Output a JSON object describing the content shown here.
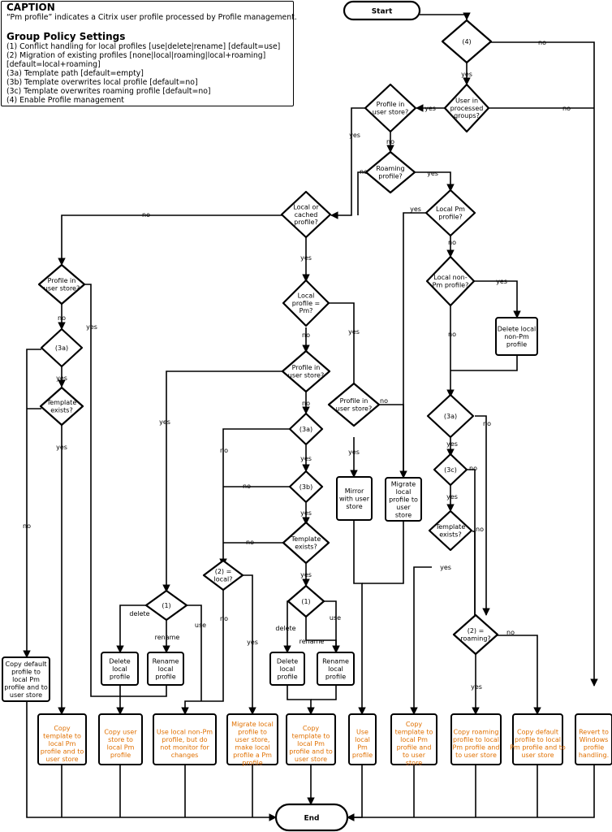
{
  "caption": {
    "title": "CAPTION",
    "note": "“Pm profile” indicates a Citrix user profile processed by Profile management.",
    "settings_title": "Group Policy Settings",
    "settings": [
      "(1) Conflict handling for local profiles [use|delete|rename] [default=use]",
      "(2) Migration of existing profiles [none|local|roaming|local+roaming]",
      "[default=local+roaming]",
      "(3a) Template path [default=empty]",
      "(3b) Template overwrites local profile [default=no]",
      "(3c) Template overwrites roaming profile [default=no]",
      "(4) Enable Profile management"
    ]
  },
  "colors": {
    "line": "#000000",
    "outcome_text": "#e07000",
    "node_text": "#000000"
  },
  "terminals": {
    "start": "Start",
    "end": "End"
  },
  "decisions": {
    "d4": [
      "(4)"
    ],
    "d_processed": [
      "User in",
      "processed",
      "groups?"
    ],
    "d_profile_store_top": [
      "Profile in",
      "user store?"
    ],
    "d_roaming": [
      "Roaming",
      "profile?"
    ],
    "d_local_cached": [
      "Local or",
      "cached",
      "profile?"
    ],
    "d_local_pm": [
      "Local Pm",
      "profile?"
    ],
    "d_local_nonpm": [
      "Local non-",
      "Pm profile?"
    ],
    "d_profile_store_left": [
      "Profile in",
      "user store?"
    ],
    "d_3a_left": [
      "(3a)"
    ],
    "d_template_left": [
      "Template",
      "exists?"
    ],
    "d_local_is_pm": [
      "Local",
      "profile =",
      "Pm?"
    ],
    "d_profile_store_mid": [
      "Profile in",
      "user store?"
    ],
    "d_3a_mid": [
      "(3a)"
    ],
    "d_3b": [
      "(3b)"
    ],
    "d_template_mid": [
      "Template",
      "exists?"
    ],
    "d_2_local": [
      "(2) =",
      "local?"
    ],
    "d_1_left": [
      "(1)"
    ],
    "d_1_mid": [
      "(1)"
    ],
    "d_profile_store_right": [
      "Profile in",
      "user store?"
    ],
    "d_3a_right": [
      "(3a)"
    ],
    "d_3c": [
      "(3c)"
    ],
    "d_template_right": [
      "Template",
      "exists?"
    ],
    "d_2_roaming": [
      "(2) =",
      "roaming?"
    ]
  },
  "processes": {
    "p_delete_nonpm": [
      "Delete local",
      "non-Pm",
      "profile"
    ],
    "p_mirror": [
      "Mirror",
      "with user",
      "store"
    ],
    "p_migrate_store": [
      "Migrate",
      "local",
      "profile to",
      "user",
      "store"
    ],
    "p_delete_left": [
      "Delete",
      "local",
      "profile"
    ],
    "p_rename_left": [
      "Rename",
      "local",
      "profile"
    ],
    "p_delete_mid": [
      "Delete",
      "local",
      "profile"
    ],
    "p_rename_mid": [
      "Rename",
      "local",
      "profile"
    ],
    "p_copy_default_left": [
      "Copy default",
      "profile to",
      "local Pm",
      "profile and to",
      "user store"
    ]
  },
  "outcomes": {
    "o1": [
      "Copy",
      "template to",
      "local Pm",
      "profile and to",
      "user store"
    ],
    "o2": [
      "Copy user",
      "store to",
      "local Pm",
      "profile"
    ],
    "o3": [
      "Use local non-Pm",
      "profile, but do",
      "not monitor for",
      "changes"
    ],
    "o4": [
      "Migrate local",
      "profile to",
      "user store,",
      "make local",
      "profile a Pm",
      "profile"
    ],
    "o5": [
      "Copy",
      "template to",
      "local Pm",
      "profile and to",
      "user store"
    ],
    "o6": [
      "Use",
      "local",
      "Pm",
      "profile"
    ],
    "o7": [
      "Copy",
      "template to",
      "local Pm",
      "profile and",
      "to user",
      "store"
    ],
    "o8": [
      "Copy roaming",
      "profile to local",
      "Pm profile and",
      "to user store"
    ],
    "o9": [
      "Copy default",
      "profile to local",
      "Pm profile and to",
      "user store"
    ],
    "o10": [
      "Revert to",
      "Windows",
      "profile",
      "handling."
    ]
  },
  "labels": {
    "yes": "yes",
    "no": "no",
    "delete": "delete",
    "rename": "rename",
    "use": "use"
  }
}
